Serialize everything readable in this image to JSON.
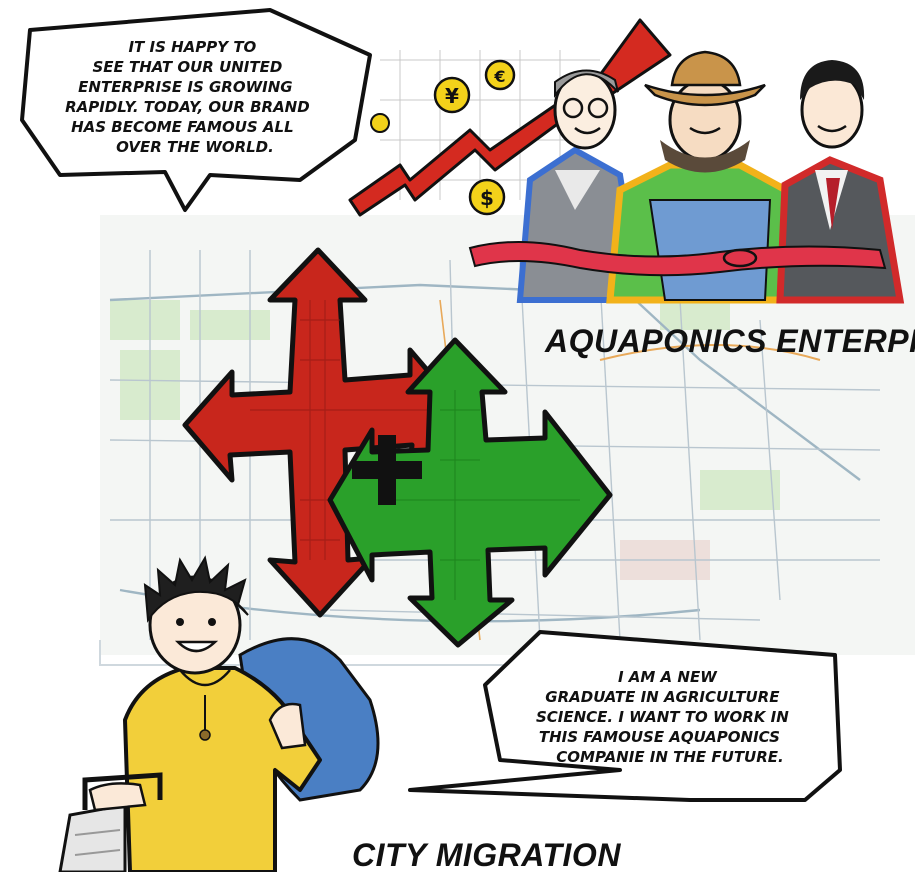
{
  "bubbles": {
    "enterprise_speech": [
      "IT IS HAPPY TO",
      "SEE THAT OUR UNITED",
      "ENTERPRISE IS GROWING",
      "RAPIDLY. TODAY, OUR BRAND",
      "HAS BECOME FAMOUS ALL",
      "OVER THE WORLD."
    ],
    "graduate_speech": [
      "I AM A NEW",
      "GRADUATE IN AGRICULTURE",
      "SCIENCE. I WANT TO WORK IN",
      "THIS FAMOUSE AQUAPONICS",
      "COMPANIE IN THE FUTURE."
    ]
  },
  "captions": {
    "top": "AQUAPONICS ENTERPRISE",
    "bottom": "CITY MIGRATION"
  },
  "coins": [
    "¥",
    "€",
    "$"
  ],
  "colors": {
    "red_arrow": "#c8261c",
    "green_arrow": "#2aa02a",
    "chart_arrow": "#d42a20",
    "coin": "#f3d21a",
    "ribbon": "#e0354a",
    "shirt_yellow": "#f2cf3a",
    "backpack_blue": "#4a7fc4"
  },
  "icons": [
    "up-trend-arrow-icon",
    "expansion-arrows-icon",
    "plus-icon"
  ]
}
